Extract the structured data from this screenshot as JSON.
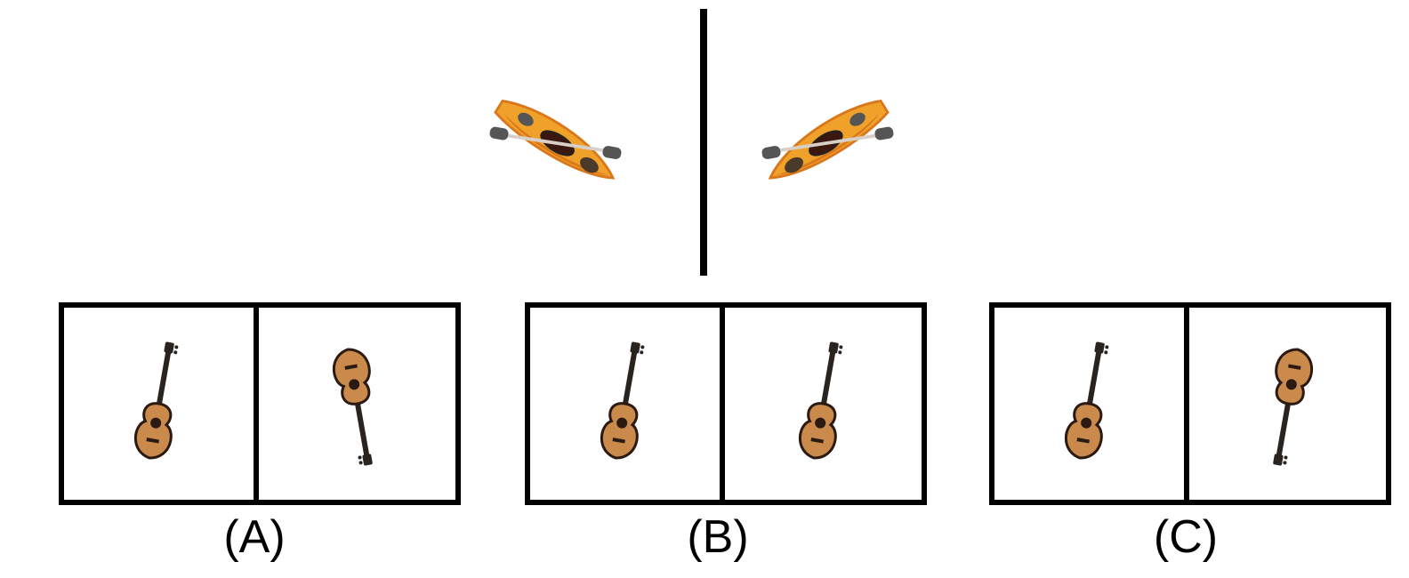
{
  "colors": {
    "kayak_hull": "#f0a12a",
    "kayak_hull_dark": "#d9771a",
    "kayak_cockpit": "#3a1810",
    "paddle_blade": "#555555",
    "paddle_shaft": "#d8d0c8",
    "guitar_body": "#c98a4b",
    "guitar_neck": "#2a2420",
    "guitar_hole": "#2a1a12"
  },
  "question": {
    "example_left_icon": "kayak-icon",
    "example_right_icon": "kayak-mirrored-icon"
  },
  "options": [
    {
      "label": "(A)",
      "left_icon": "guitar-icon",
      "right_icon": "guitar-rotated-icon"
    },
    {
      "label": "(B)",
      "left_icon": "guitar-icon",
      "right_icon": "guitar-icon"
    },
    {
      "label": "(C)",
      "left_icon": "guitar-icon",
      "right_icon": "guitar-flipped-icon"
    }
  ]
}
